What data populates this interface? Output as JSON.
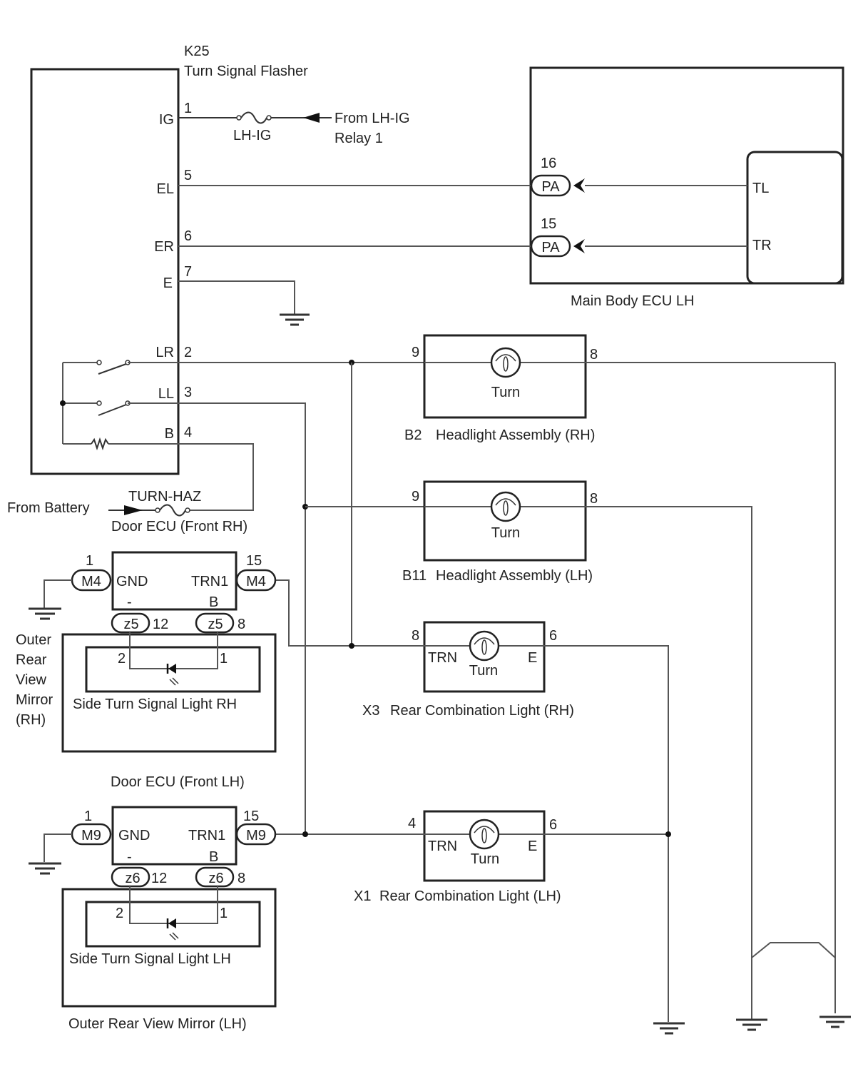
{
  "flasher": {
    "id": "K25",
    "name": "Turn Signal Flasher",
    "pins": [
      {
        "num": "1",
        "label": "IG"
      },
      {
        "num": "5",
        "label": "EL"
      },
      {
        "num": "6",
        "label": "ER"
      },
      {
        "num": "7",
        "label": "E"
      },
      {
        "num": "2",
        "label": "LR"
      },
      {
        "num": "3",
        "label": "LL"
      },
      {
        "num": "4",
        "label": "B"
      }
    ]
  },
  "ig_feed": {
    "fuse": "LH-IG",
    "source_line1": "From LH-IG",
    "source_line2": "Relay 1"
  },
  "battery_feed": {
    "source": "From Battery",
    "fuse": "TURN-HAZ"
  },
  "main_ecu": {
    "name": "Main Body ECU LH",
    "connector": "PA",
    "pins": [
      {
        "num": "16",
        "label": "TL"
      },
      {
        "num": "15",
        "label": "TR"
      }
    ]
  },
  "headlights": [
    {
      "id": "B2",
      "name": "Headlight Assembly (RH)",
      "pin_in": "9",
      "pin_out": "8",
      "bulb": "Turn"
    },
    {
      "id": "B11",
      "name": "Headlight Assembly (LH)",
      "pin_in": "9",
      "pin_out": "8",
      "bulb": "Turn"
    }
  ],
  "rear_lights": [
    {
      "id": "X3",
      "name": "Rear Combination Light (RH)",
      "pin_in": "8",
      "pin_out": "6",
      "in_label": "TRN",
      "out_label": "E",
      "bulb": "Turn"
    },
    {
      "id": "X1",
      "name": "Rear Combination Light (LH)",
      "pin_in": "4",
      "pin_out": "6",
      "in_label": "TRN",
      "out_label": "E",
      "bulb": "Turn"
    }
  ],
  "door_ecus": [
    {
      "name": "Door ECU (Front RH)",
      "connector": "M4",
      "gnd_pin": "1",
      "gnd_label": "GND",
      "trn_pin": "15",
      "trn_label": "TRN1",
      "minus": "-",
      "b": "B",
      "sub_connector": "z5",
      "sub_pin_minus": "12",
      "sub_pin_b": "8",
      "light": "Side Turn Signal Light RH",
      "light_pin_a": "2",
      "light_pin_b": "1",
      "mirror_lines": [
        "Outer",
        "Rear",
        "View",
        "Mirror",
        "(RH)"
      ]
    },
    {
      "name": "Door ECU (Front LH)",
      "connector": "M9",
      "gnd_pin": "1",
      "gnd_label": "GND",
      "trn_pin": "15",
      "trn_label": "TRN1",
      "minus": "-",
      "b": "B",
      "sub_connector": "z6",
      "sub_pin_minus": "12",
      "sub_pin_b": "8",
      "light": "Side Turn Signal Light LH",
      "light_pin_a": "2",
      "light_pin_b": "1",
      "mirror_name": "Outer Rear View Mirror (LH)"
    }
  ]
}
